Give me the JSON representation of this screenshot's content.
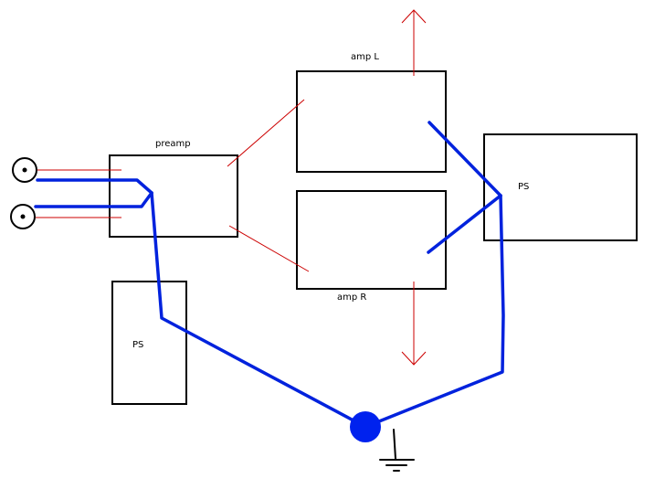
{
  "labels": {
    "preamp": "preamp",
    "amp_left": "amp  L",
    "amp_right": "amp R",
    "ps_main": "PS",
    "ps_preamp": "PS"
  },
  "colors": {
    "outline": "#000000",
    "signal_wire": "#cc0000",
    "ground_wire": "#0022dd",
    "ground_node": "#0022ee",
    "background": "#ffffff"
  }
}
